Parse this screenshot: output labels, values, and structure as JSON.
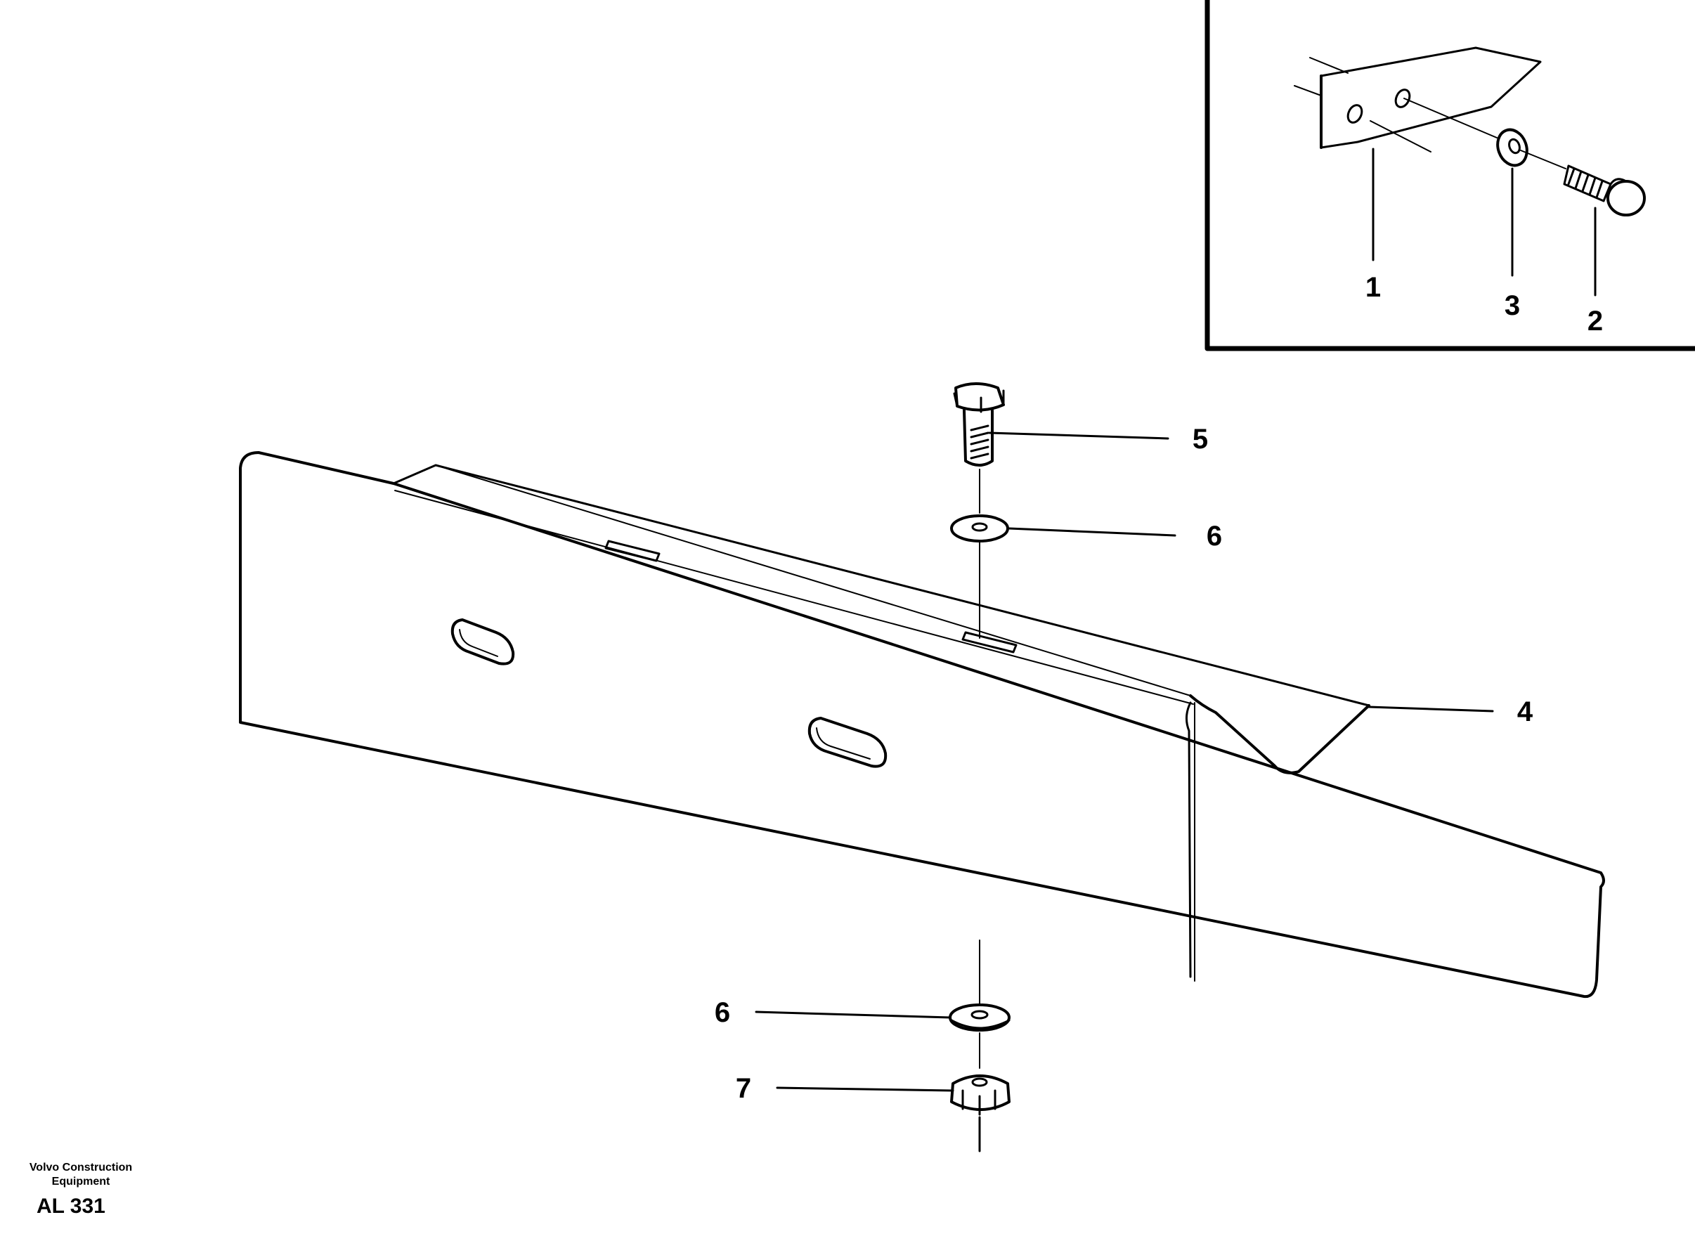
{
  "callouts": {
    "c1": "1",
    "c2": "2",
    "c3": "3",
    "c4": "4",
    "c5": "5",
    "c6_top": "6",
    "c6_bottom": "6",
    "c7": "7"
  },
  "footer": {
    "brand_line1": "Volvo Construction",
    "brand_line2": "Equipment",
    "drawing_code": "AL 331"
  },
  "colors": {
    "ink": "#000000",
    "paper": "#ffffff"
  }
}
